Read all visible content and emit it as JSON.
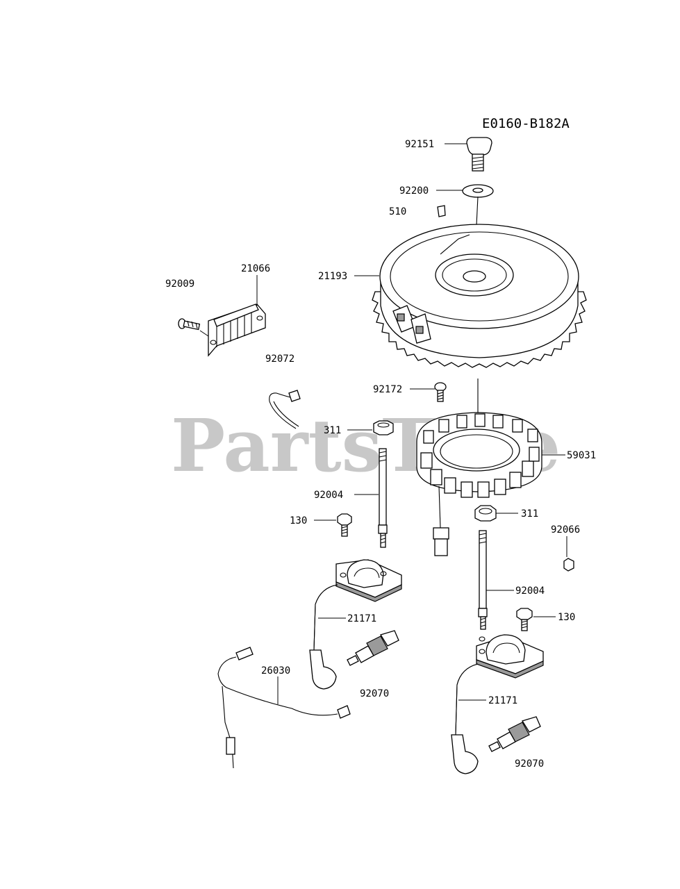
{
  "diagram_code": "E0160-B182A",
  "watermark": "PartsTree",
  "labels": {
    "p92151": "92151",
    "p92200": "92200",
    "p510": "510",
    "p21193": "21193",
    "p21066": "21066",
    "p92009": "92009",
    "p92072": "92072",
    "p92172": "92172",
    "p311_a": "311",
    "p59031": "59031",
    "p92004_a": "92004",
    "p130_a": "130",
    "p311_b": "311",
    "p92066": "92066",
    "p92004_b": "92004",
    "p130_b": "130",
    "p21171_a": "21171",
    "p26030": "26030",
    "p92070_a": "92070",
    "p21171_b": "21171",
    "p92070_b": "92070"
  }
}
